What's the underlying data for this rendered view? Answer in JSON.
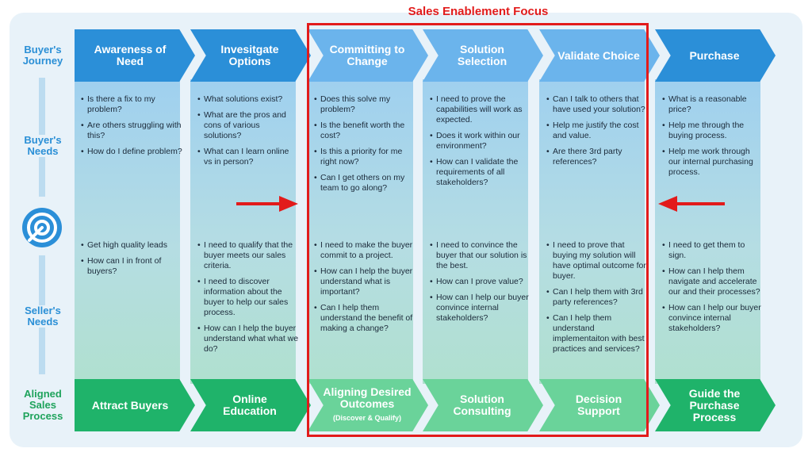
{
  "focus_title": "Sales Enablement Focus",
  "row_labels": {
    "journey": "Buyer's Journey",
    "buyer_needs": "Buyer's Needs",
    "seller_needs": "Seller's Needs",
    "process": "Aligned Sales Process"
  },
  "stages": [
    {
      "title": "Awareness of Need",
      "buyer_needs": [
        "Is there a fix to my problem?",
        "Are others struggling with this?",
        "How do I define problem?"
      ],
      "seller_needs": [
        "Get high quality leads",
        "How can I in front of buyers?"
      ],
      "process": "Attract Buyers",
      "process_sub": ""
    },
    {
      "title": "Invesitgate Options",
      "buyer_needs": [
        "What solutions exist?",
        "What are the pros and cons of various solutions?",
        "What can I learn online vs in person?"
      ],
      "seller_needs": [
        "I need to qualify that the buyer meets our sales criteria.",
        "I need to discover information about the buyer to help our sales process.",
        "How can I help the buyer understand what what we do?"
      ],
      "process": "Online Education",
      "process_sub": ""
    },
    {
      "title": "Committing to Change",
      "buyer_needs": [
        "Does this solve my problem?",
        "Is the benefit worth the cost?",
        "Is this a priority for me right now?",
        "Can I get others on my team to go along?"
      ],
      "seller_needs": [
        "I need to make the buyer commit to a project.",
        "How can I help the buyer understand what is important?",
        "Can I help them understand the benefit of making a change?"
      ],
      "process": "Aligning Desired Outcomes",
      "process_sub": "(Discover & Qualify)"
    },
    {
      "title": "Solution Selection",
      "buyer_needs": [
        "I need to prove the capabilities will work as expected.",
        "Does it work within our environment?",
        "How can I validate the requirements of all stakeholders?"
      ],
      "seller_needs": [
        "I need to convince the buyer that our solution is the best.",
        "How can I prove value?",
        "How can I help our buyer convince internal stakeholders?"
      ],
      "process": "Solution Consulting",
      "process_sub": ""
    },
    {
      "title": "Validate Choice",
      "buyer_needs": [
        "Can I talk to others that have used your solution?",
        "Help me justify the cost and value.",
        "Are there 3rd party references?"
      ],
      "seller_needs": [
        "I need to prove that buying my solution will have optimal outcome for buyer.",
        "Can I help them with 3rd party references?",
        "Can I help them understand implementaiton with best practices and services?"
      ],
      "process": "Decision Support",
      "process_sub": ""
    },
    {
      "title": "Purchase",
      "buyer_needs": [
        "What is a reasonable price?",
        "Help me through the buying process.",
        "Help me work through our internal purchasing process."
      ],
      "seller_needs": [
        "I need to get them to sign.",
        "How can I help them navigate and accelerate our and their processes?",
        "How can I help our buyer convince internal stakeholders?"
      ],
      "process": "Guide the Purchase Process",
      "process_sub": ""
    }
  ],
  "colors": {
    "focus": "#e21b1b",
    "journey_blue": "#2b8fd8",
    "process_green": "#1fb36a"
  },
  "icons": {
    "logo": "target-logo-icon",
    "left_pointer": "red-right-arrow-icon",
    "right_pointer": "red-left-arrow-icon"
  }
}
